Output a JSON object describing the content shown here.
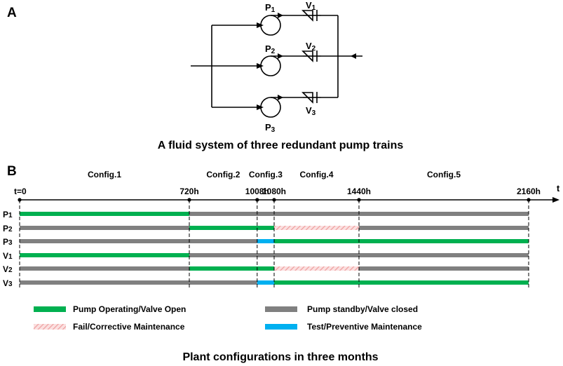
{
  "panel_a": {
    "letter": "A",
    "caption": "A fluid system of three redundant pump trains",
    "pumps": [
      {
        "base": "P",
        "sub": "1"
      },
      {
        "base": "P",
        "sub": "2"
      },
      {
        "base": "P",
        "sub": "3"
      }
    ],
    "valves": [
      {
        "base": "V",
        "sub": "1"
      },
      {
        "base": "V",
        "sub": "2"
      },
      {
        "base": "V",
        "sub": "3"
      }
    ]
  },
  "panel_b": {
    "letter": "B",
    "caption": "Plant configurations in three months",
    "axis_label": "t",
    "time_labels": [
      "t=0",
      "720h",
      "1008h",
      "1080h",
      "1440h",
      "2160h"
    ],
    "time_values": [
      0,
      720,
      1008,
      1080,
      1440,
      2160
    ],
    "configs": [
      {
        "label": "Config.1",
        "start": 0,
        "end": 720
      },
      {
        "label": "Config.2",
        "start": 720,
        "end": 1008
      },
      {
        "label": "Config.3",
        "start": 1008,
        "end": 1080
      },
      {
        "label": "Config.4",
        "start": 1080,
        "end": 1440
      },
      {
        "label": "Config.5",
        "start": 1440,
        "end": 2160
      }
    ],
    "states": {
      "operating": {
        "label": "Pump Operating/Valve Open",
        "color": "#00b050"
      },
      "standby": {
        "label": "Pump standby/Valve closed",
        "color": "#808080"
      },
      "fail": {
        "label": "Fail/Corrective Maintenance",
        "color": "#f4b6b6"
      },
      "test": {
        "label": "Test/Preventive Maintenance",
        "color": "#00b0f0"
      }
    },
    "rows": [
      {
        "base": "P",
        "sub": "1",
        "segments": [
          {
            "start": 0,
            "end": 720,
            "state": "operating"
          },
          {
            "start": 720,
            "end": 2160,
            "state": "standby"
          }
        ]
      },
      {
        "base": "P",
        "sub": "2",
        "segments": [
          {
            "start": 0,
            "end": 720,
            "state": "standby"
          },
          {
            "start": 720,
            "end": 1080,
            "state": "operating"
          },
          {
            "start": 1080,
            "end": 1440,
            "state": "fail"
          },
          {
            "start": 1440,
            "end": 2160,
            "state": "standby"
          }
        ]
      },
      {
        "base": "P",
        "sub": "3",
        "segments": [
          {
            "start": 0,
            "end": 1008,
            "state": "standby"
          },
          {
            "start": 1008,
            "end": 1080,
            "state": "test"
          },
          {
            "start": 1080,
            "end": 2160,
            "state": "operating"
          }
        ]
      },
      {
        "base": "V",
        "sub": "1",
        "segments": [
          {
            "start": 0,
            "end": 720,
            "state": "operating"
          },
          {
            "start": 720,
            "end": 2160,
            "state": "standby"
          }
        ]
      },
      {
        "base": "V",
        "sub": "2",
        "segments": [
          {
            "start": 0,
            "end": 720,
            "state": "standby"
          },
          {
            "start": 720,
            "end": 1080,
            "state": "operating"
          },
          {
            "start": 1080,
            "end": 1440,
            "state": "fail"
          },
          {
            "start": 1440,
            "end": 2160,
            "state": "standby"
          }
        ]
      },
      {
        "base": "V",
        "sub": "3",
        "segments": [
          {
            "start": 0,
            "end": 1008,
            "state": "standby"
          },
          {
            "start": 1008,
            "end": 1080,
            "state": "test"
          },
          {
            "start": 1080,
            "end": 2160,
            "state": "operating"
          }
        ]
      }
    ]
  }
}
